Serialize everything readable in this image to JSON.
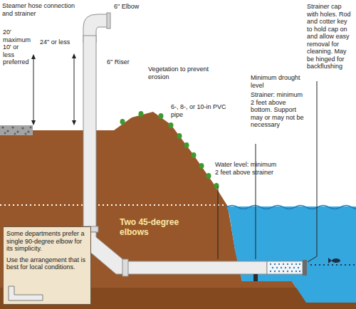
{
  "diagram": {
    "nodes": [
      {
        "text": [
          "Some departments prefer a single 90-degree elbow for its simplicity.",
          "Use the arrangement that is best for local conditions."
        ]
      }
    ],
    "labels": [
      "Steamer hose connection and strainer",
      "6\" Elbow",
      "20' maximum 10' or less preferred",
      "24\" or less",
      "6\" Riser",
      "Vegetation to prevent erosion",
      "6-, 8-, or 10-in PVC pipe",
      "Minimum drought level",
      "Strainer cap with holes. Rod and cotter key to hold cap on and allow easy removal for cleaning. May be hinged for backflushing",
      "Strainer: minimum 2 feet above bottom. Support may or may not be necessary",
      "Water level: minimum 2 feet above strainer",
      "Two 45-degree elbows"
    ]
  }
}
